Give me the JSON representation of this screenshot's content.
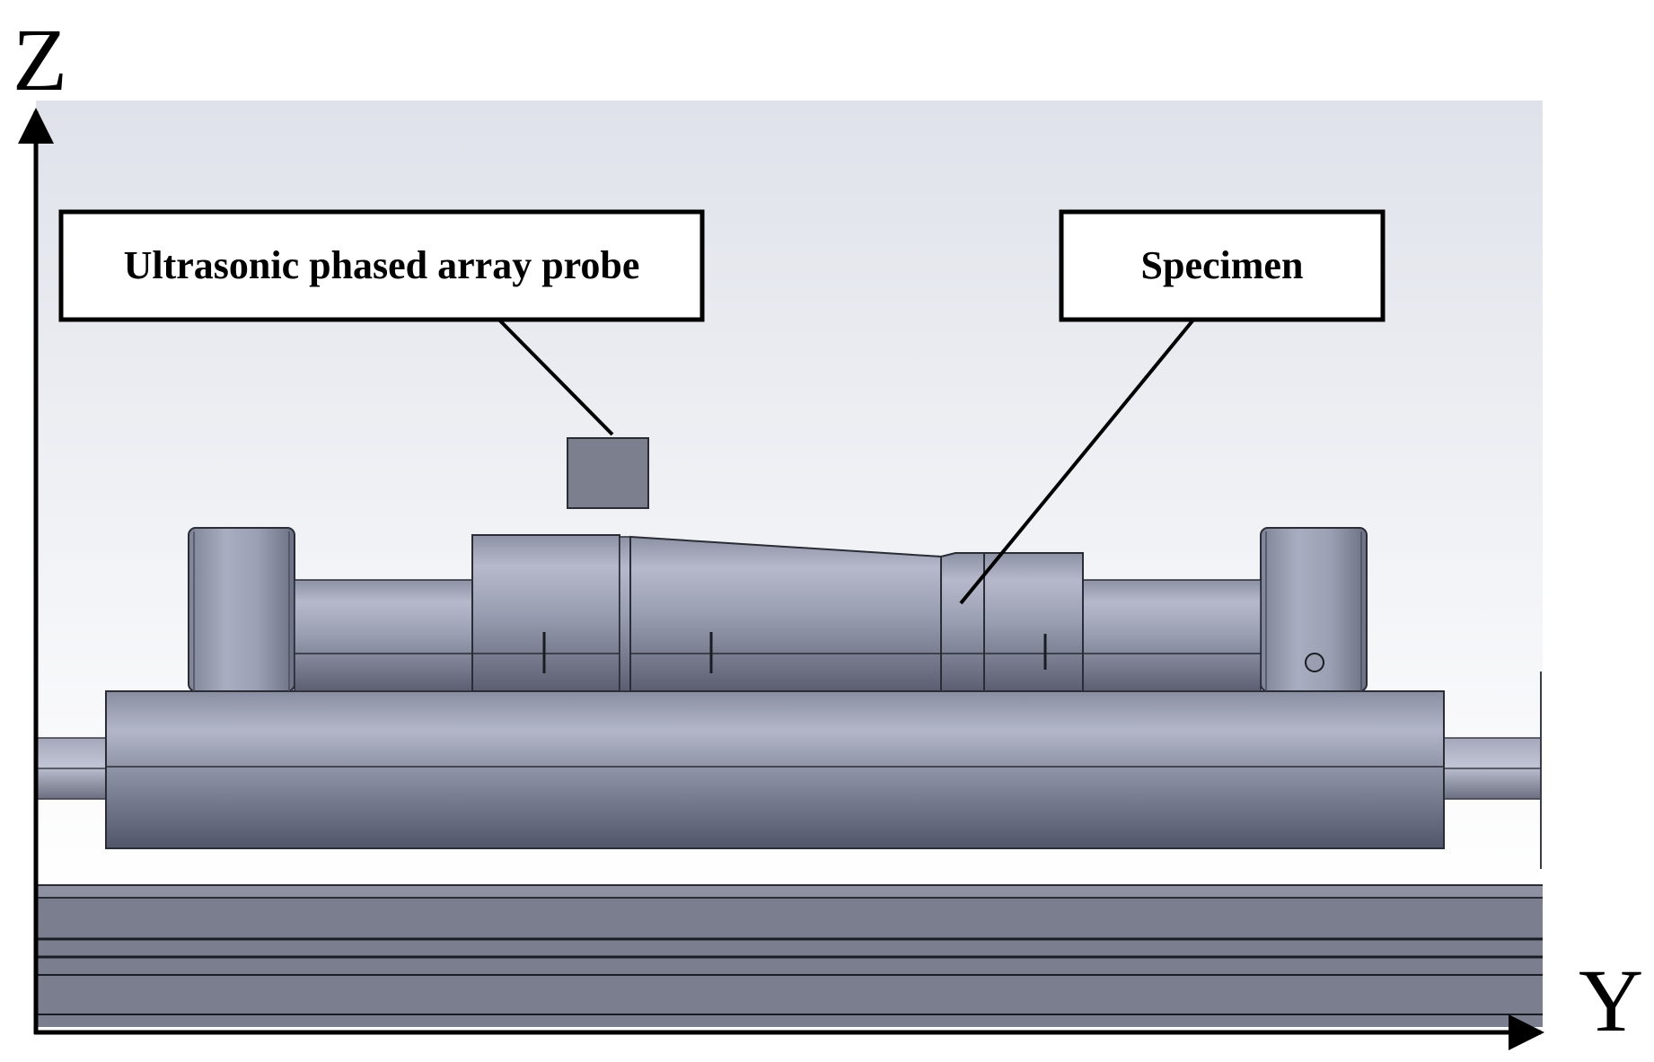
{
  "axes": {
    "z_label": "Z",
    "y_label": "Y"
  },
  "callouts": {
    "probe_label": "Ultrasonic phased array probe",
    "specimen_label": "Specimen"
  },
  "colors": {
    "scene_background_top": "#dfe2ea",
    "scene_background_bottom": "#ffffff",
    "steel_light": "#b3b6c9",
    "steel_dark": "#565a6c",
    "rail": "#7a7e8f",
    "probe": "#7c7f8e",
    "outline": "#000000"
  }
}
